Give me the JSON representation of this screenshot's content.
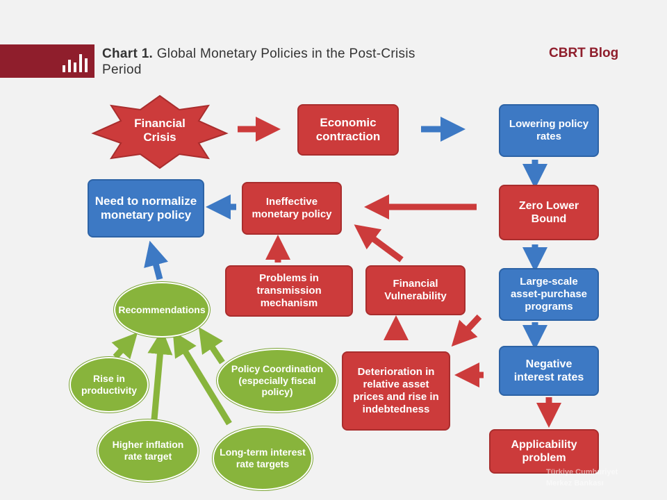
{
  "header": {
    "title_bold": "Chart 1.",
    "title_rest": " Global Monetary Policies in the Post-Crisis Period",
    "brand": "CBRT Blog"
  },
  "nodes": {
    "financial_crisis": "Financial Crisis",
    "economic_contraction": "Economic contraction",
    "lowering_policy_rates": "Lowering policy rates",
    "zero_lower_bound": "Zero Lower Bound",
    "large_scale_asset_purchase": "Large-scale asset-purchase programs",
    "negative_interest_rates": "Negative interest rates",
    "applicability_problem": "Applicability problem",
    "deterioration": "Deterioration in relative asset prices and rise in indebtedness",
    "financial_vulnerability": "Financial Vulnerability",
    "problems_transmission": "Problems in transmission mechanism",
    "ineffective_policy": "Ineffective monetary policy",
    "need_to_normalize": "Need to normalize monetary policy",
    "recommendations": "Recommendations",
    "rise_productivity": "Rise in productivity",
    "policy_coordination": "Policy Coordination (especially fiscal policy)",
    "higher_inflation": "Higher inflation rate target",
    "long_term_rate": "Long-term interest rate targets"
  },
  "watermark": "Türkiye Cumhuriyet Merkez Bankası",
  "colors": {
    "red": "#cc3b3b",
    "blue": "#3d79c4",
    "green": "#88b43c",
    "brand": "#8f1e2c"
  }
}
